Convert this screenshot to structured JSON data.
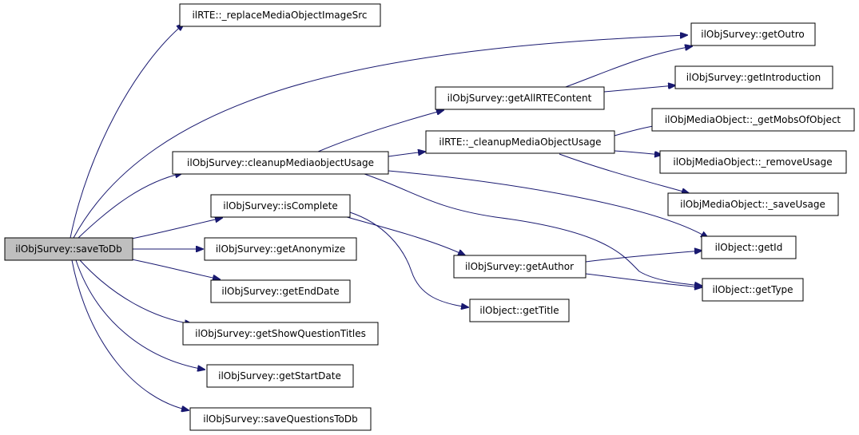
{
  "graph": {
    "root": "ilObjSurvey::saveToDb",
    "nodes": {
      "saveToDb": "ilObjSurvey::saveToDb",
      "replaceMediaObjectImageSrc": "ilRTE::_replaceMediaObjectImageSrc",
      "getOutro": "ilObjSurvey::getOutro",
      "getAllRTEContent": "ilObjSurvey::getAllRTEContent",
      "getIntroduction": "ilObjSurvey::getIntroduction",
      "getMobsOfObject": "ilObjMediaObject::_getMobsOfObject",
      "cleanupMediaobjectUsage": "ilObjSurvey::cleanupMediaobjectUsage",
      "rteCleanupMediaObjectUsage": "ilRTE::_cleanupMediaObjectUsage",
      "removeUsage": "ilObjMediaObject::_removeUsage",
      "saveUsage": "ilObjMediaObject::_saveUsage",
      "isComplete": "ilObjSurvey::isComplete",
      "getId": "ilObject::getId",
      "getAnonymize": "ilObjSurvey::getAnonymize",
      "getAuthor": "ilObjSurvey::getAuthor",
      "getType": "ilObject::getType",
      "getEndDate": "ilObjSurvey::getEndDate",
      "getTitle": "ilObject::getTitle",
      "getShowQuestionTitles": "ilObjSurvey::getShowQuestionTitles",
      "getStartDate": "ilObjSurvey::getStartDate",
      "saveQuestionsToDb": "ilObjSurvey::saveQuestionsToDb"
    },
    "edges": [
      [
        "saveToDb",
        "replaceMediaObjectImageSrc"
      ],
      [
        "saveToDb",
        "getOutro"
      ],
      [
        "saveToDb",
        "cleanupMediaobjectUsage"
      ],
      [
        "saveToDb",
        "isComplete"
      ],
      [
        "saveToDb",
        "getAnonymize"
      ],
      [
        "saveToDb",
        "getEndDate"
      ],
      [
        "saveToDb",
        "getShowQuestionTitles"
      ],
      [
        "saveToDb",
        "getStartDate"
      ],
      [
        "saveToDb",
        "saveQuestionsToDb"
      ],
      [
        "cleanupMediaobjectUsage",
        "getAllRTEContent"
      ],
      [
        "cleanupMediaobjectUsage",
        "rteCleanupMediaObjectUsage"
      ],
      [
        "cleanupMediaobjectUsage",
        "getId"
      ],
      [
        "cleanupMediaobjectUsage",
        "getType"
      ],
      [
        "getAllRTEContent",
        "getOutro"
      ],
      [
        "getAllRTEContent",
        "getIntroduction"
      ],
      [
        "rteCleanupMediaObjectUsage",
        "getMobsOfObject"
      ],
      [
        "rteCleanupMediaObjectUsage",
        "removeUsage"
      ],
      [
        "rteCleanupMediaObjectUsage",
        "saveUsage"
      ],
      [
        "isComplete",
        "getAuthor"
      ],
      [
        "isComplete",
        "getTitle"
      ],
      [
        "getAuthor",
        "getId"
      ],
      [
        "getAuthor",
        "getType"
      ]
    ],
    "colors": {
      "edge": "#191970",
      "root_fill": "#bfbfbf",
      "node_fill": "#ffffff",
      "node_border": "#000000"
    }
  }
}
